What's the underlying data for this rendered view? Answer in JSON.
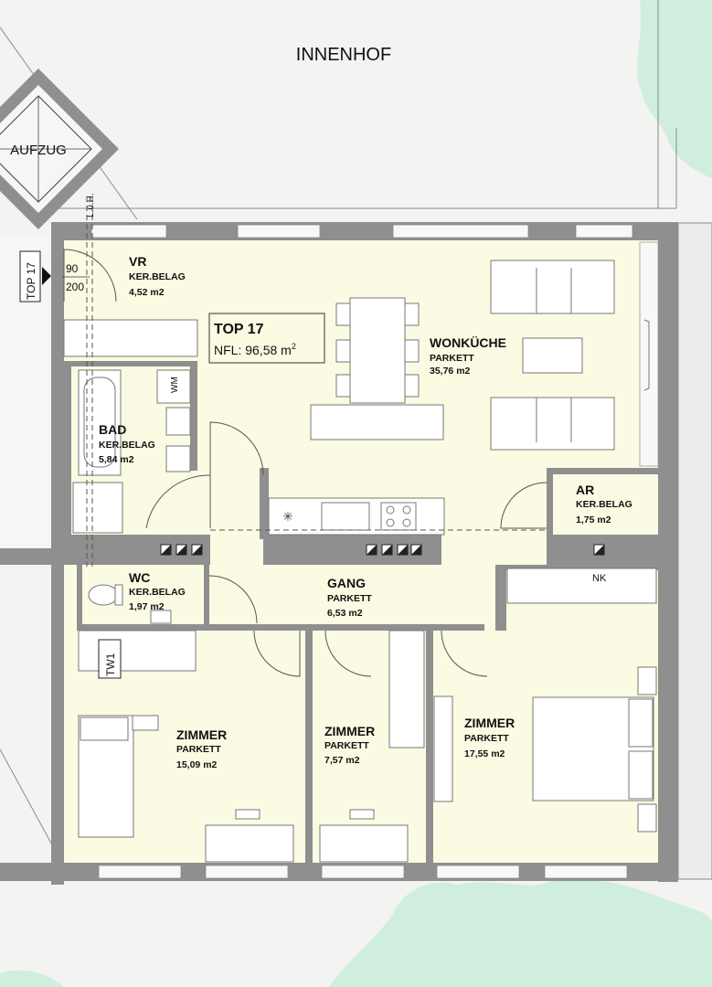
{
  "courtyard": "INNENHOF",
  "elevator": "AUFZUG",
  "stair_marker": "L.ü.H.",
  "entrance": {
    "unit_tag": "TOP 17",
    "door_width": "90",
    "door_height": "200"
  },
  "unit_box": {
    "title": "TOP 17",
    "area_prefix": "NFL: 96,58 m",
    "area_sup": "2"
  },
  "shaft": "TW1",
  "niche": "NK",
  "appliance": "WM",
  "rooms": {
    "vr": {
      "name": "VR",
      "floor": "KER.BELAG",
      "area": "4,52 m2"
    },
    "wohnkuche": {
      "name": "WONKÜCHE",
      "floor": "PARKETT",
      "area": "35,76 m2"
    },
    "bad": {
      "name": "BAD",
      "floor": "KER.BELAG",
      "area": "5,84 m2"
    },
    "ar": {
      "name": "AR",
      "floor": "KER.BELAG",
      "area": "1,75 m2"
    },
    "wc": {
      "name": "WC",
      "floor": "KER.BELAG",
      "area": "1,97 m2"
    },
    "gang": {
      "name": "GANG",
      "floor": "PARKETT",
      "area": "6,53 m2"
    },
    "zimmer1": {
      "name": "ZIMMER",
      "floor": "PARKETT",
      "area": "15,09 m2"
    },
    "zimmer2": {
      "name": "ZIMMER",
      "floor": "PARKETT",
      "area": "7,57 m2"
    },
    "zimmer3": {
      "name": "ZIMMER",
      "floor": "PARKETT",
      "area": "17,55 m2"
    }
  },
  "colors": {
    "wall": "#8f8f8f",
    "floor": "#fbfbe3",
    "greenery": "#cfeede",
    "ground": "#f3f3f2"
  }
}
